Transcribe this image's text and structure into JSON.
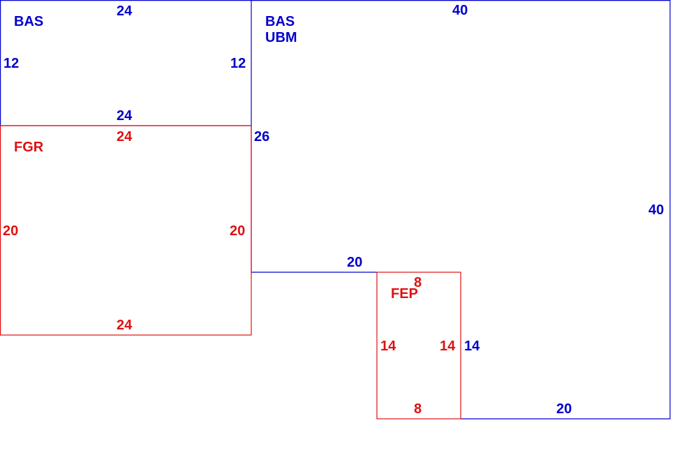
{
  "colors": {
    "basement": "#0000cc",
    "floor": "#e01010"
  },
  "rooms": {
    "bas_small": {
      "label": "BAS",
      "top": "24",
      "bottom": "24",
      "left": "12",
      "right": "12"
    },
    "fgr": {
      "label": "FGR",
      "top": "24",
      "bottom": "24",
      "left": "20",
      "right": "20"
    },
    "bas_ubm": {
      "label_line1": "BAS",
      "label_line2": "UBM",
      "top": "40",
      "right": "40",
      "left_inner": "26",
      "step_top": "20",
      "step_side": "14",
      "bottom": "20"
    },
    "fep": {
      "label": "FEP",
      "top": "8",
      "bottom": "8",
      "left": "14",
      "right": "14"
    }
  }
}
